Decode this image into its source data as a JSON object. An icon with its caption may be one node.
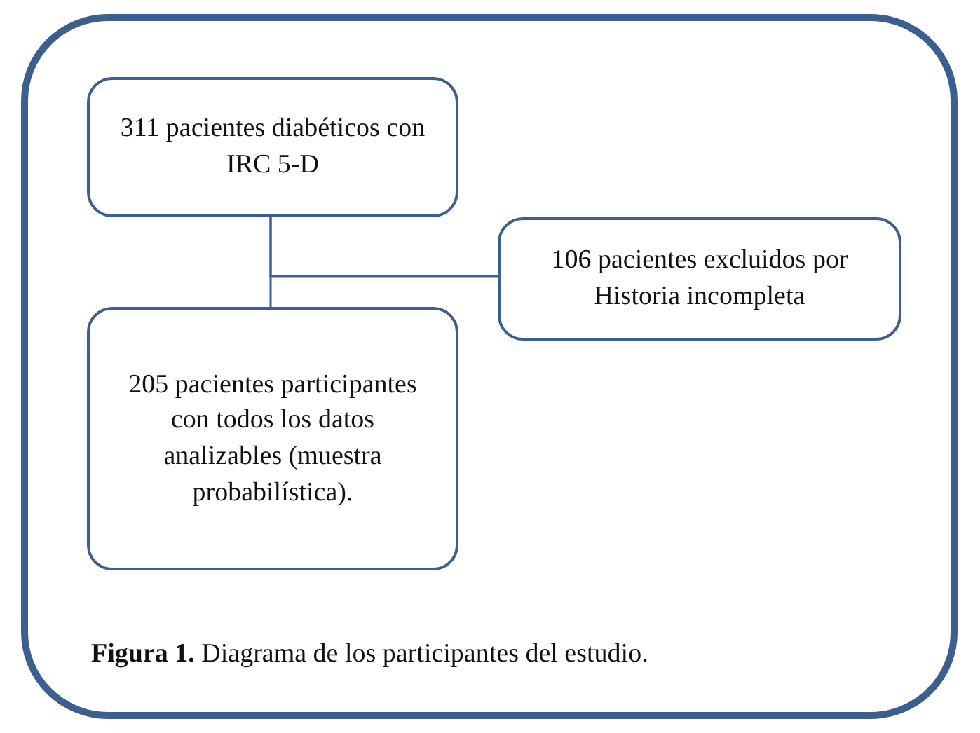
{
  "diagram": {
    "caption": "**Figura 1.** Diagrama de los participantes del estudio.",
    "nodes": [
      {
        "text": [
          "311 pacientes diabéticos con IRC 5-D"
        ]
      },
      {
        "text": [
          "106 pacientes excluidos por Historia incompleta"
        ]
      },
      {
        "text": [
          "205 pacientes participantes con todos los datos analizables (muestra probabilística)."
        ]
      }
    ],
    "edges": [
      {
        "from": 0,
        "to": 2,
        "arrow": "none"
      },
      {
        "from": 0,
        "to": 1,
        "arrow": "none"
      }
    ]
  }
}
